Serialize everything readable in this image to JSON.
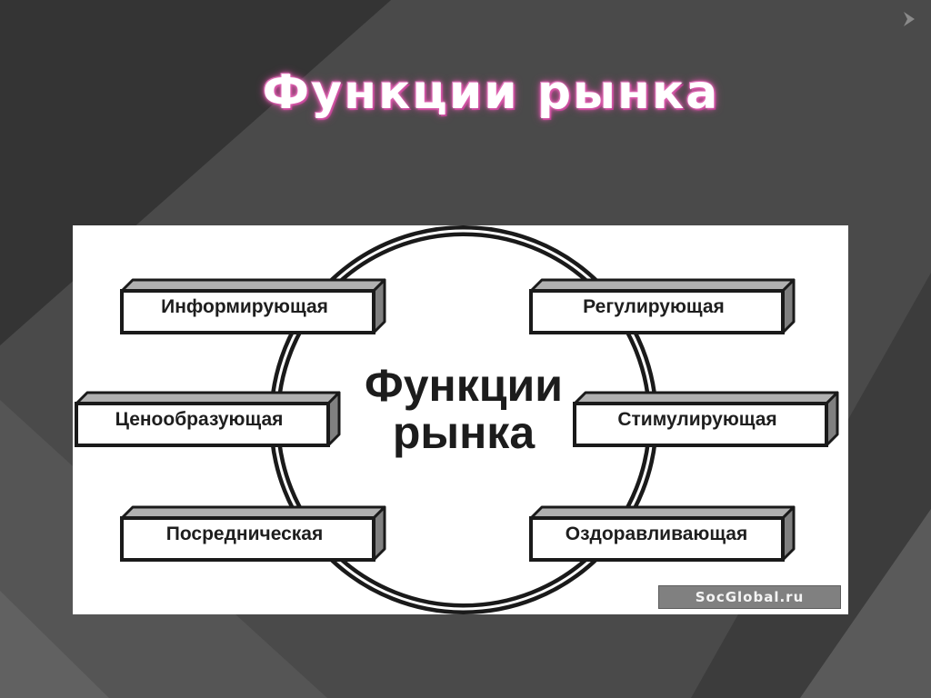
{
  "slide": {
    "title": "Функции рынка"
  },
  "diagram": {
    "center": {
      "line1": "Функции",
      "line2": "рынка"
    },
    "functions": [
      "Информирующая",
      "Регулирующая",
      "Ценообразующая",
      "Стимулирующая",
      "Посредническая",
      "Оздоравливающая"
    ],
    "watermark": "SocGlobal.ru"
  },
  "colors": {
    "background": "#3a3a3a",
    "title_glow": "#d85aa8",
    "diagram_bg": "#ffffff",
    "box_face": "#ffffff",
    "box_side": "#808080",
    "box_top": "#b0b0b0"
  },
  "icons": {
    "nav": "chevron-right-icon"
  }
}
